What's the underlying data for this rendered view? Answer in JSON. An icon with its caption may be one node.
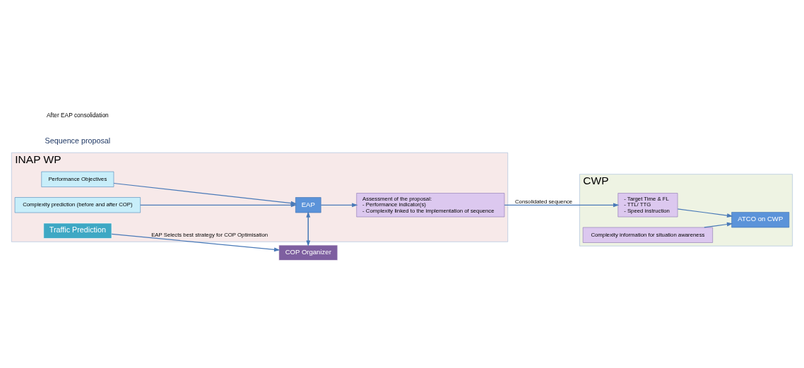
{
  "diagram": {
    "nodes": [
      {
        "text": [
          "INAP WP"
        ]
      },
      {
        "text": [
          "Performance Objectives"
        ],
        "in": 0
      },
      {
        "text": [
          "Complexity prediction (before and after COP)"
        ],
        "in": 0
      },
      {
        "text": [
          "EAP"
        ],
        "in": 0
      },
      {
        "text": [
          "Assessment of the proposal:",
          "- Performance indicator(s)",
          "- Complexity linked to the implementation of sequence"
        ],
        "in": 0
      },
      {
        "text": [
          "Traffic Prediction"
        ],
        "in": 0
      },
      {
        "text": [
          "COP Organizer"
        ]
      },
      {
        "text": [
          "CWP"
        ]
      },
      {
        "text": [
          "- Target Time & FL",
          "- TTL/ TTG",
          "- Speed instruction"
        ],
        "in": 7
      },
      {
        "text": [
          "ATCO on CWP"
        ],
        "in": 7
      },
      {
        "text": [
          "Complexity information for situation awareness"
        ],
        "in": 7
      }
    ],
    "edges": [
      {
        "from": 1,
        "to": 3,
        "arrow": "to"
      },
      {
        "from": 2,
        "to": 3,
        "arrow": "to"
      },
      {
        "from": 3,
        "to": 4,
        "arrow": "to"
      },
      {
        "from": 3,
        "to": 6,
        "arrow": "to"
      },
      {
        "from": 6,
        "to": 3,
        "arrow": "to"
      },
      {
        "from": 5,
        "to": 6,
        "arrow": "to",
        "label": "EAP Selects best strategy for COP Optimisation"
      },
      {
        "from": 4,
        "to": 8,
        "arrow": "to",
        "label": "Consolidated sequence"
      },
      {
        "from": 8,
        "to": 9,
        "arrow": "to"
      },
      {
        "from": 10,
        "to": 9,
        "arrow": "to"
      }
    ],
    "labels": [
      "Sequence proposal",
      "After EAP consolidation"
    ]
  }
}
